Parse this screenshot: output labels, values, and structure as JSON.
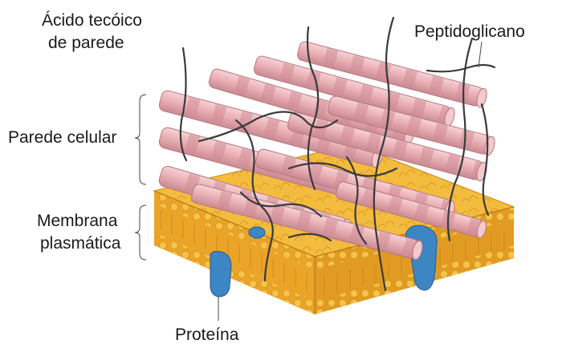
{
  "labels": {
    "teichoic_line1": "Ácido tecóico",
    "teichoic_line2": "de parede",
    "peptidoglycan": "Peptidoglicano",
    "cell_wall": "Parede celular",
    "membrane_line1": "Membrana",
    "membrane_line2": "plasmática",
    "protein": "Proteína"
  },
  "colors": {
    "rod_fill": "#eab0b5",
    "rod_band": "#cf8c95",
    "rod_stroke": "#b57680",
    "membrane_top": "#f4bc3e",
    "membrane_side": "#eaa428",
    "membrane_edge": "#c8861a",
    "protein": "#3d86c4",
    "strand": "#3a3a3a",
    "text": "#1a1a1a"
  }
}
